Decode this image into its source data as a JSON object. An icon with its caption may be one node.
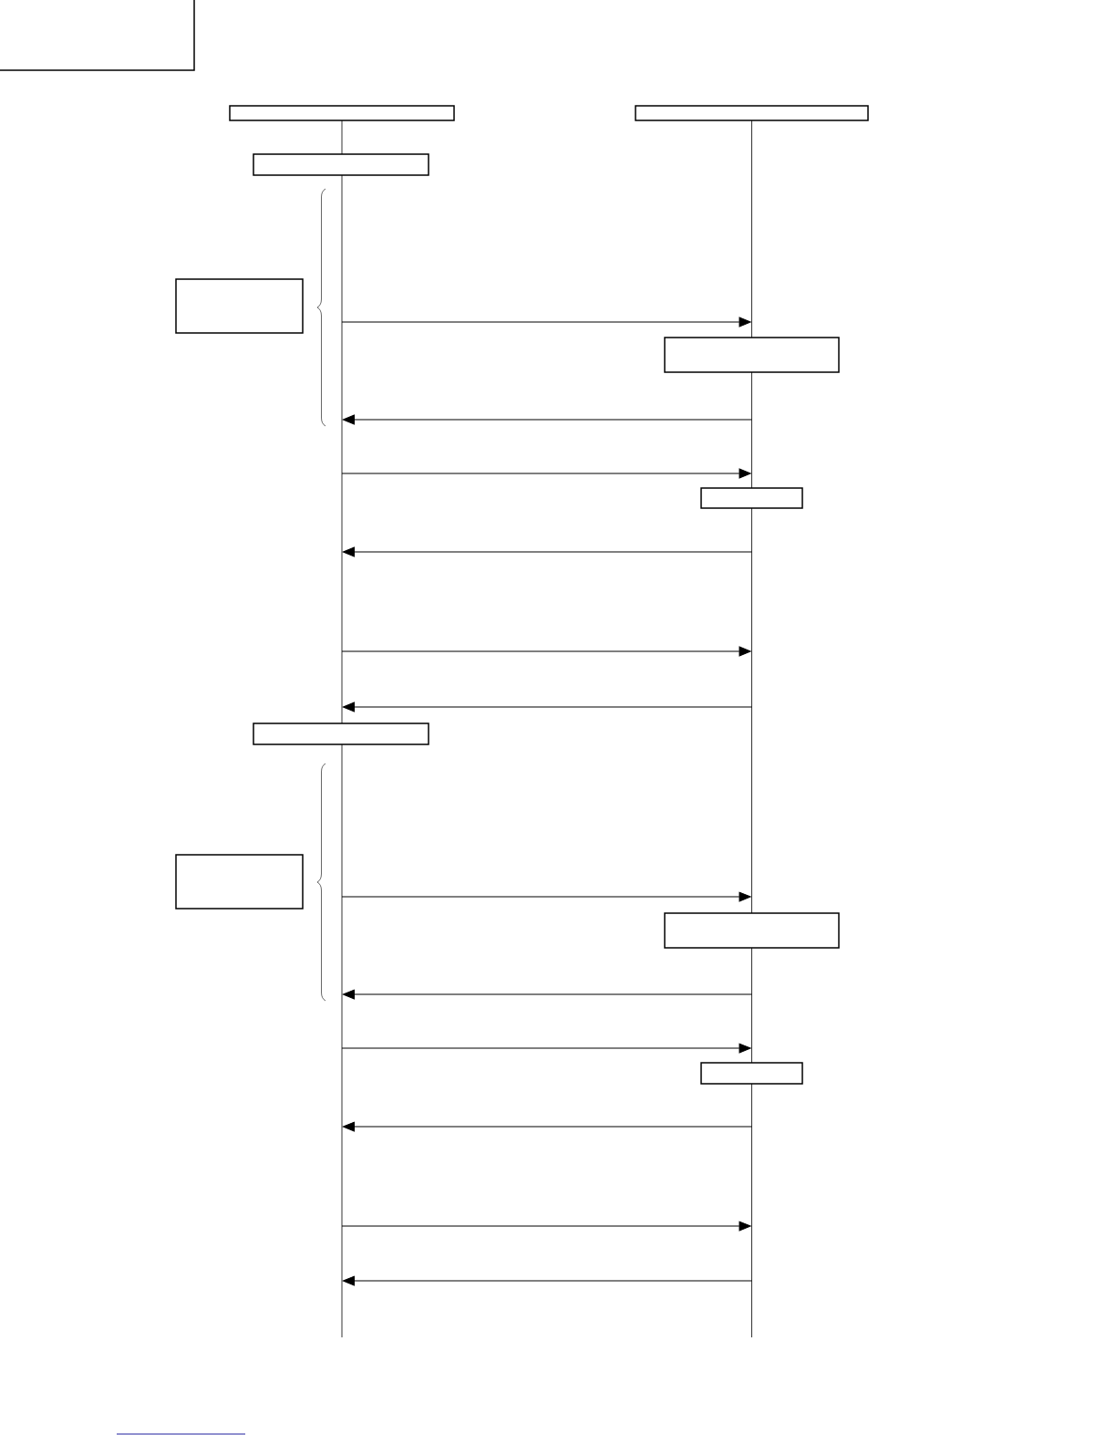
{
  "diagram": {
    "nodes": [
      {
        "text": [],
        "shape": "box"
      },
      {
        "text": [],
        "shape": "box"
      },
      {
        "text": [],
        "shape": "line"
      },
      {
        "text": [],
        "shape": "line"
      },
      {
        "text": [],
        "shape": "box"
      },
      {
        "text": [],
        "shape": "box"
      },
      {
        "text": [],
        "shape": "box"
      },
      {
        "text": [],
        "shape": "box"
      },
      {
        "text": [],
        "shape": "box"
      },
      {
        "text": [],
        "shape": "box"
      },
      {
        "text": [],
        "shape": "box"
      },
      {
        "text": [],
        "shape": "box"
      }
    ],
    "edges": [
      {
        "from": 2,
        "to": 3,
        "arrow": "to"
      },
      {
        "from": 3,
        "to": 2,
        "arrow": "to"
      },
      {
        "from": 2,
        "to": 3,
        "arrow": "to"
      },
      {
        "from": 3,
        "to": 2,
        "arrow": "to"
      },
      {
        "from": 2,
        "to": 3,
        "arrow": "to"
      },
      {
        "from": 3,
        "to": 2,
        "arrow": "to"
      },
      {
        "from": 2,
        "to": 3,
        "arrow": "to"
      },
      {
        "from": 3,
        "to": 2,
        "arrow": "to"
      },
      {
        "from": 2,
        "to": 3,
        "arrow": "to"
      },
      {
        "from": 3,
        "to": 2,
        "arrow": "to"
      },
      {
        "from": 2,
        "to": 3,
        "arrow": "to"
      },
      {
        "from": 3,
        "to": 2,
        "arrow": "to"
      }
    ]
  }
}
